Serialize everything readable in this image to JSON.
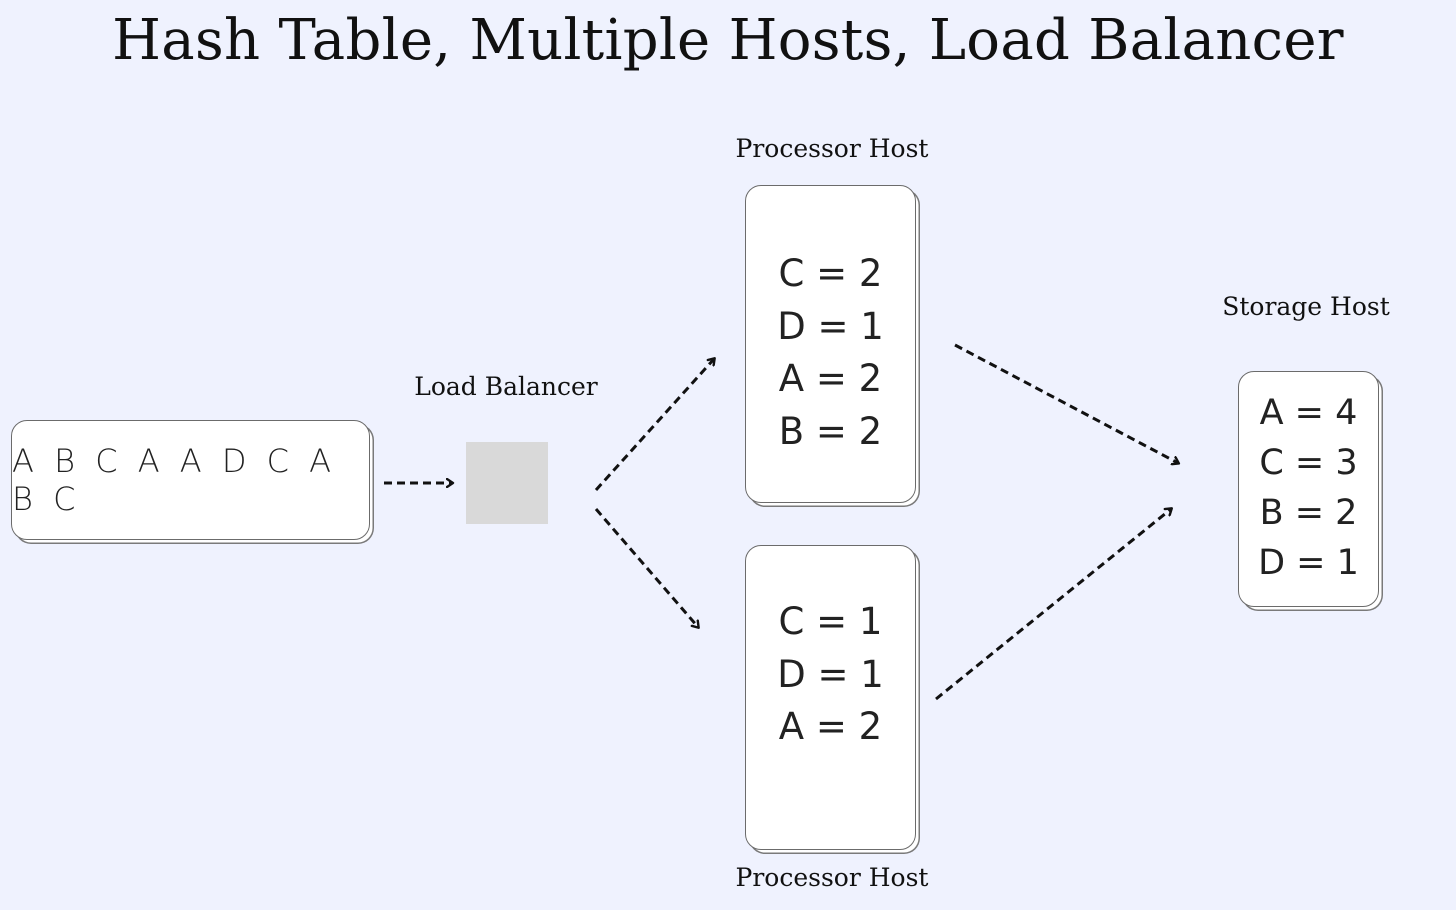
{
  "title": "Hash Table, Multiple Hosts, Load Balancer",
  "input": {
    "text": "A B C A A D C A B C"
  },
  "load_balancer": {
    "label": "Load Balancer"
  },
  "processor_hosts": [
    {
      "label": "Processor Host",
      "counts": [
        "C = 2",
        "D = 1",
        "A = 2",
        "B = 2"
      ]
    },
    {
      "label": "Processor Host",
      "counts": [
        "C = 1",
        "D = 1",
        "A = 2"
      ]
    }
  ],
  "storage_host": {
    "label": "Storage Host",
    "counts": [
      "A = 4",
      "C = 3",
      "B = 2",
      "D = 1"
    ]
  }
}
